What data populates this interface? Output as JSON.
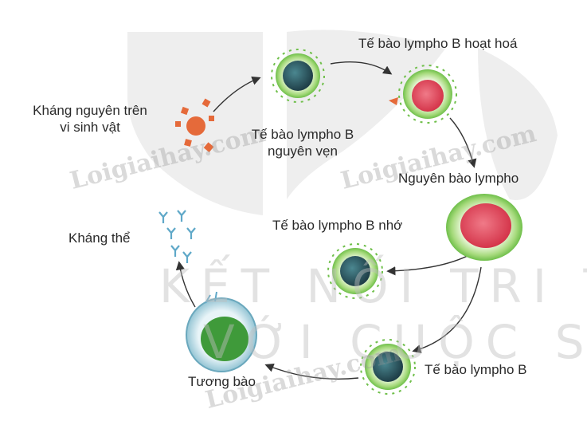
{
  "labels": {
    "antigen": [
      "Kháng nguyên trên",
      "vi sinh vật"
    ],
    "intact_b": [
      "Tế bào lympho B",
      "nguyên vẹn"
    ],
    "activated_b": "Tế bào lympho B hoạt hoá",
    "lymphoblast": "Nguyên bào lympho",
    "memory_b": "Tế bào lympho B nhớ",
    "b_cell": "Tế bào lympho B",
    "plasma_cell": "Tương bào",
    "antibody": "Kháng thể"
  },
  "watermarks": {
    "site": "Loigiaihay.com",
    "brand_line1": "KẾT NỐI TRI THỨC",
    "brand_line2": "VỚI CUỘC SỐNG"
  },
  "colors": {
    "cell_green": "#8fd06a",
    "nucleus": "#2f5f66",
    "activated_red": "#e0485a",
    "antibody_blue": "#5fa8c8",
    "antigen_orange": "#e56a3a"
  }
}
